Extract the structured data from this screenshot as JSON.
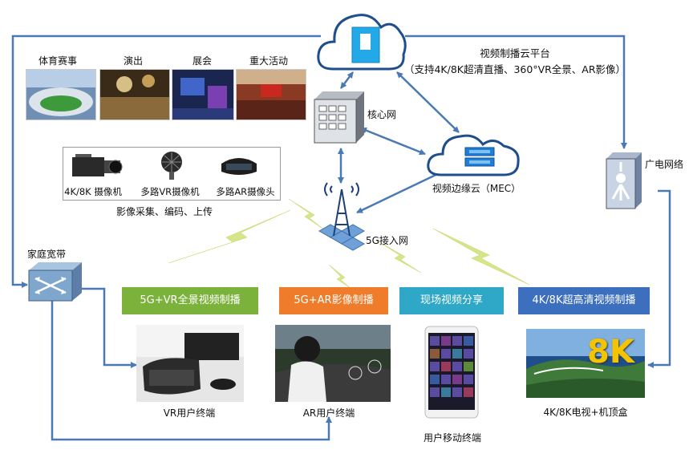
{
  "cloud_platform": {
    "title": "视频制播云平台",
    "subtitle": "（支持4K/8K超清直播、360°VR全景、AR影像）"
  },
  "core_network": "核心网",
  "edge_cloud": "视频边缘云（MEC）",
  "access_5g": "5G接入网",
  "broadcast_network": "广电网络",
  "home_broadband": "家庭宽带",
  "events": [
    {
      "label": "体育赛事"
    },
    {
      "label": "演出"
    },
    {
      "label": "展会"
    },
    {
      "label": "重大活动"
    }
  ],
  "capture": {
    "devices": [
      {
        "label": "4K/8K 摄像机"
      },
      {
        "label": "多路VR摄像机"
      },
      {
        "label": "多路AR摄像头"
      }
    ],
    "caption": "影像采集、编码、上传"
  },
  "services": [
    {
      "label": "5G+VR全景视频制播",
      "color": "#7bb23c"
    },
    {
      "label": "5G+AR影像制播",
      "color": "#ee7c2a"
    },
    {
      "label": "现场视频分享",
      "color": "#2ea8c6"
    },
    {
      "label": "4K/8K超高清视频制播",
      "color": "#3d6fbf"
    }
  ],
  "terminals": [
    {
      "label": "VR用户终端"
    },
    {
      "label": "AR用户终端"
    },
    {
      "label": "用户移动终端"
    },
    {
      "label": "4K/8K电视+机顶盒"
    }
  ],
  "tv_badge": "8K",
  "colors": {
    "link": "#4a7ab5",
    "accent": "#1f5fa8"
  }
}
